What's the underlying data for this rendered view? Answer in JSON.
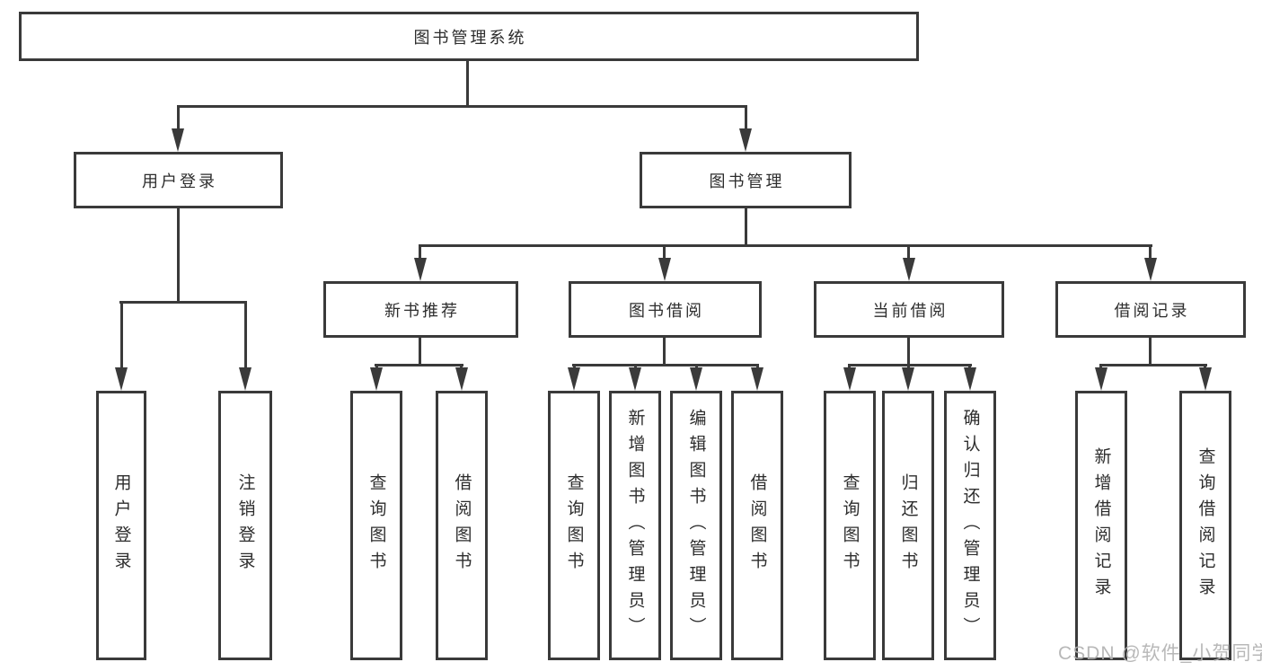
{
  "diagram_title": "图书管理系统",
  "tree": {
    "root": {
      "label": "图书管理系统",
      "children": [
        {
          "label": "用户登录",
          "children": [
            {
              "label": "用户登录"
            },
            {
              "label": "注销登录"
            }
          ]
        },
        {
          "label": "图书管理",
          "children": [
            {
              "label": "新书推荐",
              "children": [
                {
                  "label": "查询图书"
                },
                {
                  "label": "借阅图书"
                }
              ]
            },
            {
              "label": "图书借阅",
              "children": [
                {
                  "label": "查询图书"
                },
                {
                  "label": "新增图书（管理员）"
                },
                {
                  "label": "编辑图书（管理员）"
                },
                {
                  "label": "借阅图书"
                }
              ]
            },
            {
              "label": "当前借阅",
              "children": [
                {
                  "label": "查询图书"
                },
                {
                  "label": "归还图书"
                },
                {
                  "label": "确认归还（管理员）"
                }
              ]
            },
            {
              "label": "借阅记录",
              "children": [
                {
                  "label": "新增借阅记录"
                },
                {
                  "label": "查询借阅记录"
                }
              ]
            }
          ]
        }
      ]
    }
  },
  "watermark": {
    "text": "CSDN @软件_小贺同学"
  },
  "colors": {
    "line": "#3a3a3a",
    "text": "#2d2d2d",
    "watermark": "#b0b0b0",
    "background": "#ffffff"
  }
}
